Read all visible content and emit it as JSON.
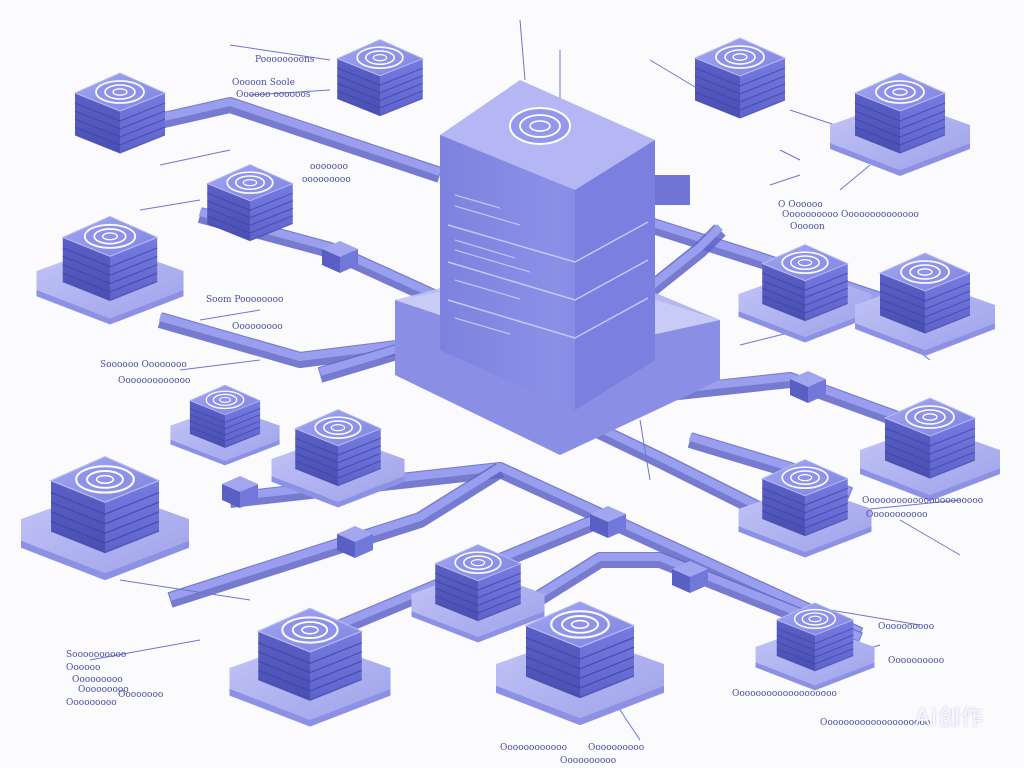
{
  "colors": {
    "background": "#fbfbfe",
    "line": "#6d72d6",
    "node_top": "#8c90ea",
    "node_left": "#5a5fc4",
    "node_right": "#6c71d2",
    "platform": "#aeb1f0",
    "ring": "#ffffff",
    "label": "#4b4fa3"
  },
  "icons": [
    "server-tower-icon",
    "storage-node-icon",
    "connector-box-icon",
    "swirl-ring-icon"
  ],
  "labels": [
    "Poooooooons",
    "Ooooon Soole",
    "Oooooo oooooos",
    "ooooooo",
    "ooooooooo",
    "O Oooooo",
    "Oooooooooo Oooooooooooooo",
    "Ooooon",
    "Soom Poooooooo",
    "Ooooooooo",
    "Soooooo Oooooooo",
    "Ooooooooooooo",
    "Oooooooooooooooooooooo",
    "Ooooooooooo",
    "Oooooooooo",
    "Oooooooooo",
    "Ooooooooooooooooooo",
    "Oooooooooooooooooooo",
    "Soooooooooo",
    "Oooooo",
    "Ooooooooo",
    "Ooooooooo",
    "Oooooooo",
    "Ooooooooo",
    "Oooooooooooo",
    "Oooooooooo",
    "Oooooooooo"
  ],
  "watermark": "Ai创作"
}
